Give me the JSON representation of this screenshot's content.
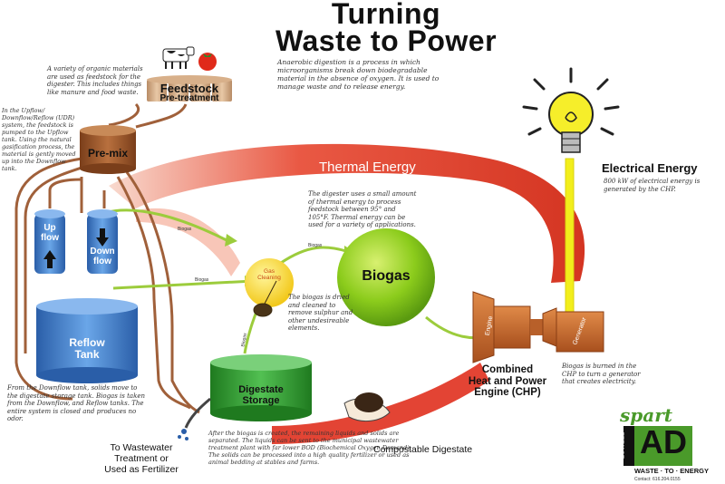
{
  "title": {
    "line1": "Turning",
    "line2": "Waste to Power"
  },
  "intro": "Anaerobic digestion is a  process in which microorganisms break down biodegradable material in the absence of oxygen. It is used to manage waste and to release energy.",
  "feedstock": {
    "label1": "Feedstock",
    "label2": "Pre-treatment",
    "note": "A variety of organic materials are used as feedstock for the digester. This includes things like manure and food waste."
  },
  "premix": {
    "label": "Pre-mix",
    "note": "In the Upflow/ Downflow/Reflow (UDR) system, the feedstock is pumped to the Upflow tank. Using the natural gasification process, the material is gently moved up into the Downflow tank."
  },
  "upflow": {
    "line1": "Up",
    "line2": "flow"
  },
  "downflow": {
    "line1": "Down",
    "line2": "flow"
  },
  "reflow": {
    "line1": "Reflow",
    "line2": "Tank"
  },
  "reflow_note": "From the Downflow tank, solids move to the digestate storage tank. Biogas is taken from the Downflow, and Reflow tanks. The entire system is closed and produces no odor.",
  "thermal": {
    "label": "Thermal Energy",
    "note": "The digester uses a small amount of thermal energy to process feedstock between 95° and 105°F. Thermal energy can be used for a variety of applications."
  },
  "gas_cleaning": {
    "label1": "Gas",
    "label2": "Cleaning",
    "note": "The biogas is dried and cleaned to remove sulphur and other undesireable elements."
  },
  "biogas": {
    "label": "Biogas"
  },
  "pipe_labels": {
    "biogas": "Biogas"
  },
  "digestate": {
    "label1": "Digestate",
    "label2": "Storage",
    "note": "After the biogas is created, the remaining liquids and solids are separated. The liquids can be sent to the municipal wastewater treatment plant with far lower BOD (Biochemical Oxygen Demand). The solids can be processed into a high quality fertilizer or used as animal bedding at stables and farms."
  },
  "wastewater": {
    "line1": "To Wastewater",
    "line2": "Treatment or",
    "line3": "Used as Fertilizer"
  },
  "compostable": "Compostable Digestate",
  "chp": {
    "engine": "Engine",
    "generator": "Generator",
    "line1": "Combined",
    "line2": "Heat and Power",
    "line3": "Engine (CHP)",
    "note": "Biogas is burned in the CHP to turn a generator that creates electricity."
  },
  "electrical": {
    "label": "Electrical Energy",
    "note": "800 kW of electrical energy is generated by the CHP."
  },
  "logo": {
    "spart": "spart",
    "ad": "AD",
    "lowell": "LOWELL",
    "waste": "WASTE · TO · ENERGY",
    "contact": "Contact: 616.204.0155"
  },
  "colors": {
    "thermal": "#e0301e",
    "pipe": "#a0603a",
    "biogas_pipe": "#9ccc3c",
    "biogas_ball": "#8ccc1c",
    "chp": "#c8662a",
    "electric": "#f2ee1c",
    "tank_blue": "#3c7cc8",
    "digestate_green": "#33a033",
    "premix": "#9a5228",
    "logo_green": "#4a9a2a"
  }
}
